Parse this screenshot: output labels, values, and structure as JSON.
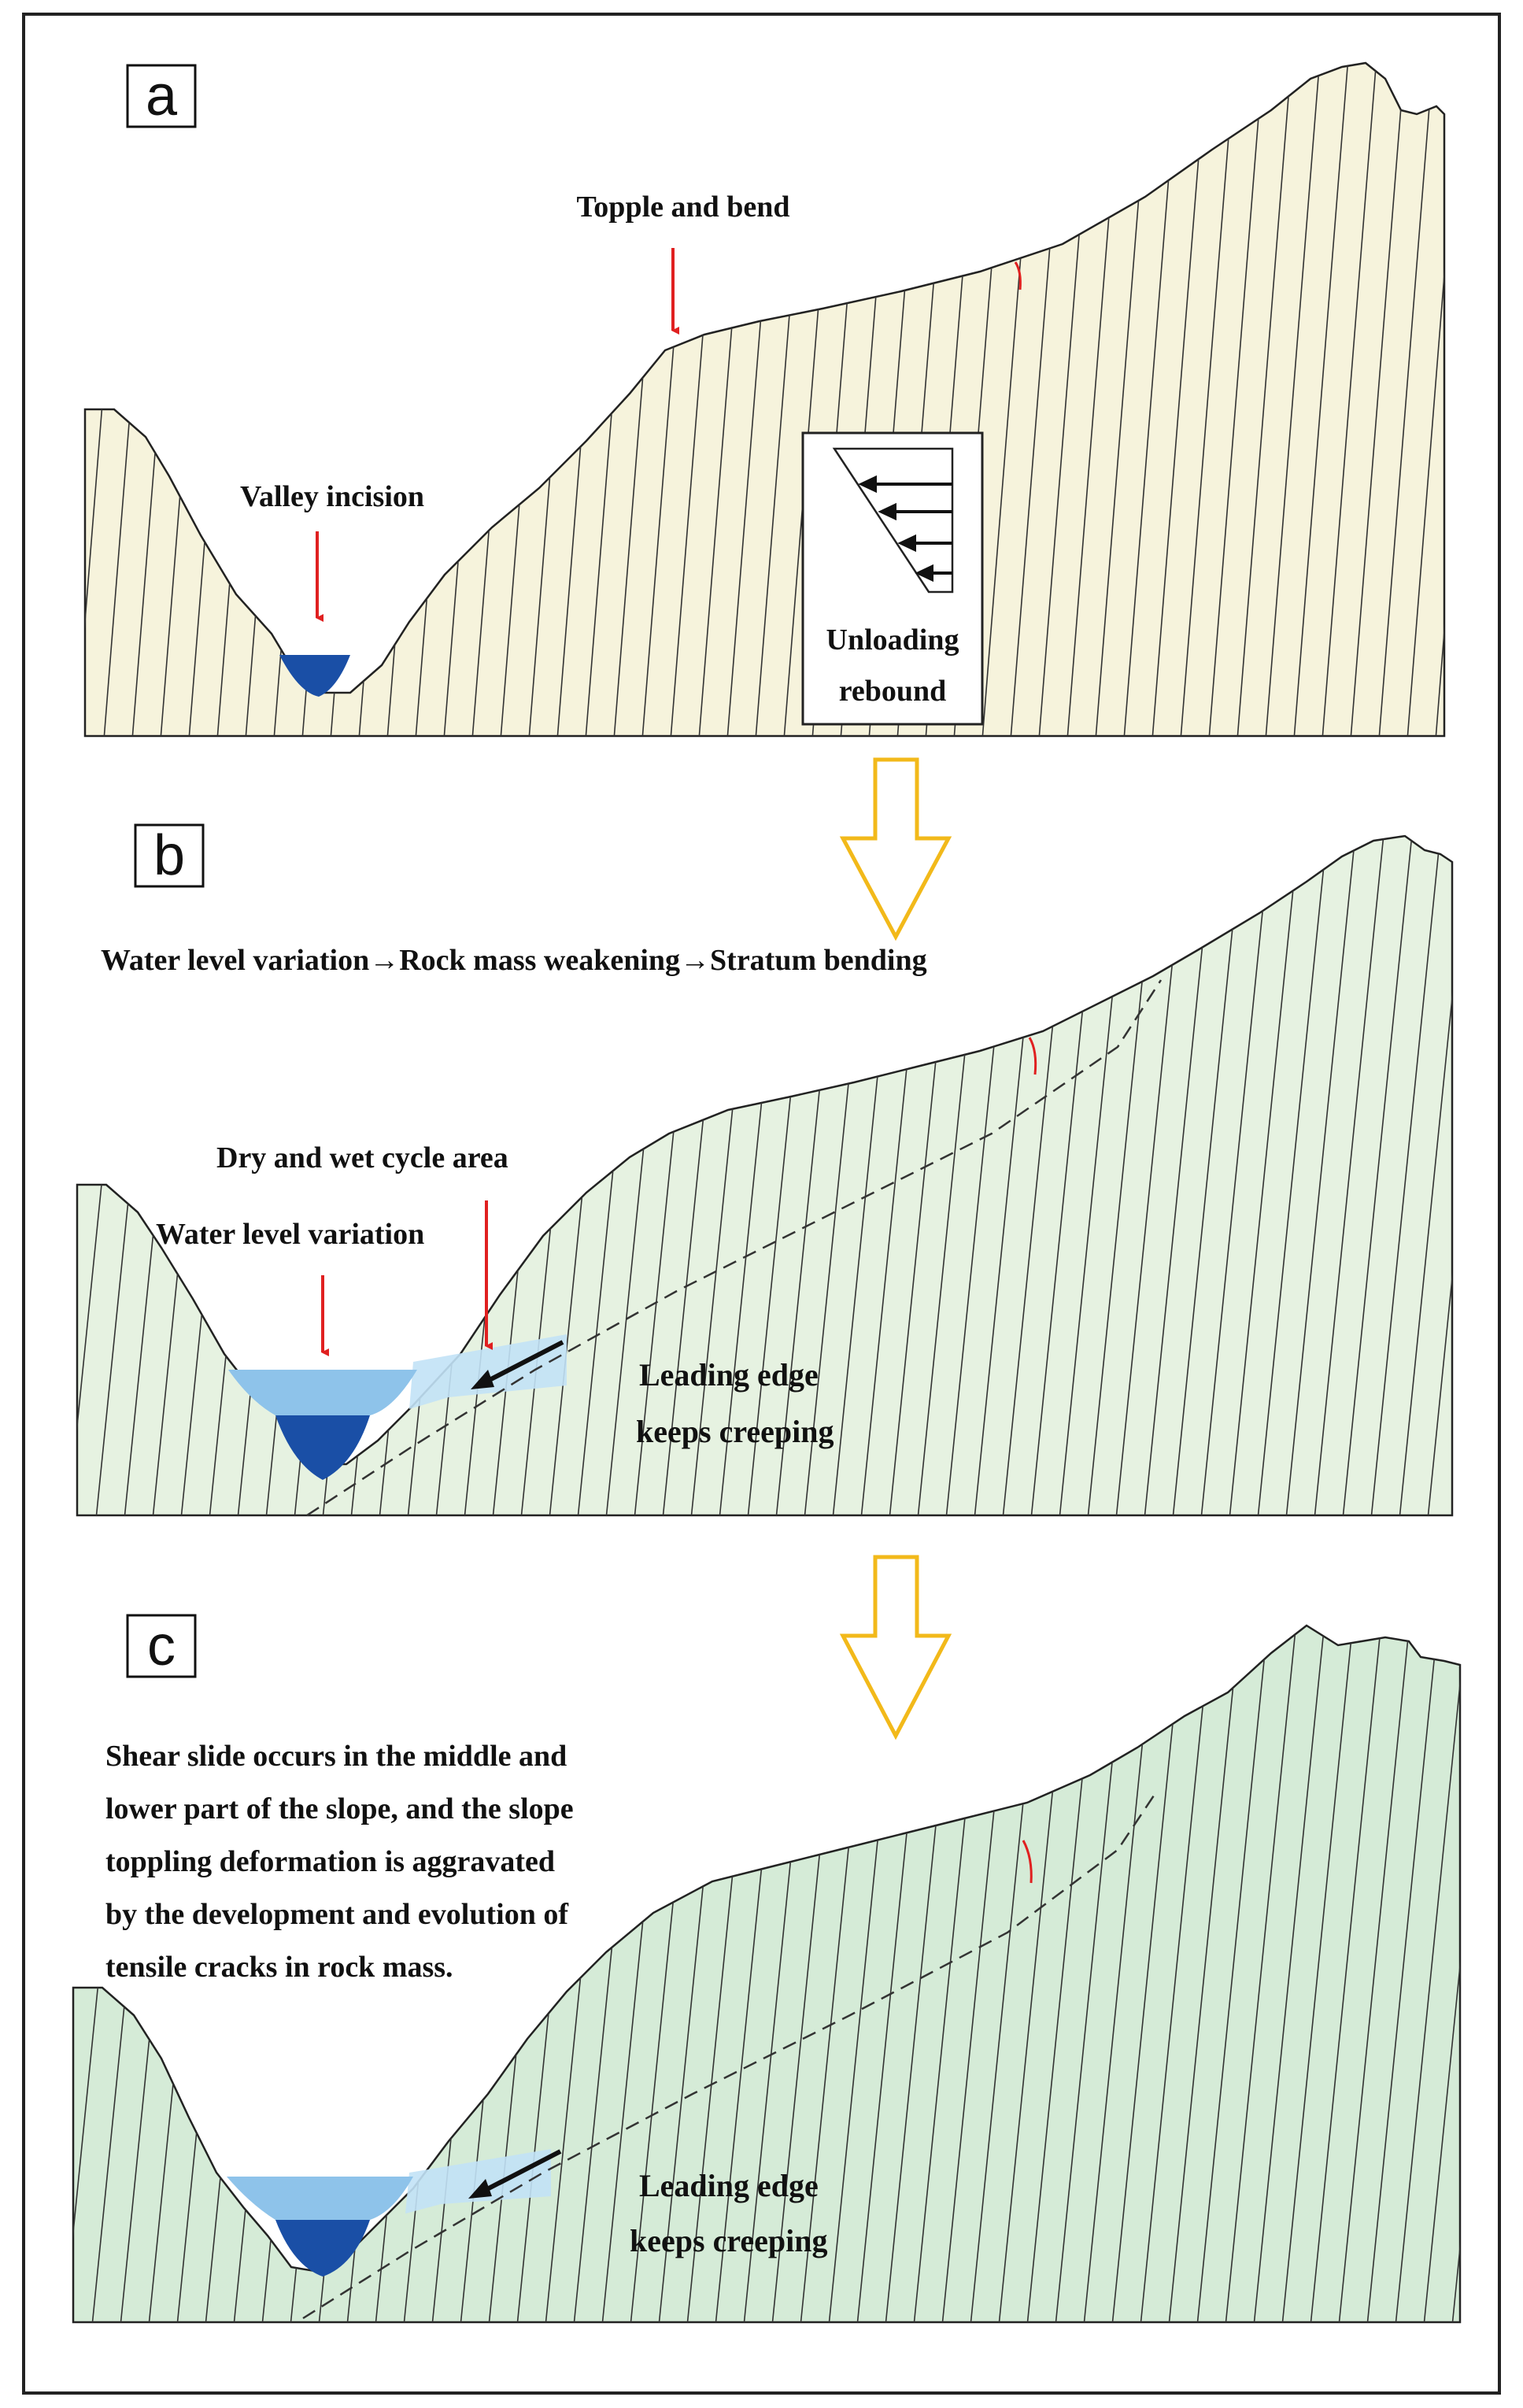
{
  "colors": {
    "panel_a_fill": "#f6f3dc",
    "panel_b_fill": "#e6f2e1",
    "panel_c_fill": "#d5ebd7",
    "water_dark": "#1a4fa6",
    "water_light": "#8ec3ea",
    "water_pale": "#c2e2f6",
    "red_arrow": "#e02020",
    "yellow_arrow": "#f2b91a",
    "strata_line": "#222222",
    "frame": "#222222"
  },
  "panel_a": {
    "letter": "a",
    "topple_label": "Topple and bend",
    "valley_label": "Valley incision",
    "inset_label_line1": "Unloading",
    "inset_label_line2": "rebound"
  },
  "panel_b": {
    "letter": "b",
    "process_text": "Water level variation→Rock mass weakening→Stratum bending",
    "dry_wet_label": "Dry and wet cycle area",
    "water_level_label": "Water level variation",
    "leading_edge_line1": "Leading edge",
    "leading_edge_line2": "keeps creeping"
  },
  "panel_c": {
    "letter": "c",
    "description_lines": [
      "Shear slide occurs in the middle and",
      "lower part of the slope, and the slope",
      "toppling deformation is aggravated",
      "by the development and evolution of",
      "tensile cracks in rock mass."
    ],
    "leading_edge_line1": "Leading edge",
    "leading_edge_line2": "keeps creeping"
  }
}
